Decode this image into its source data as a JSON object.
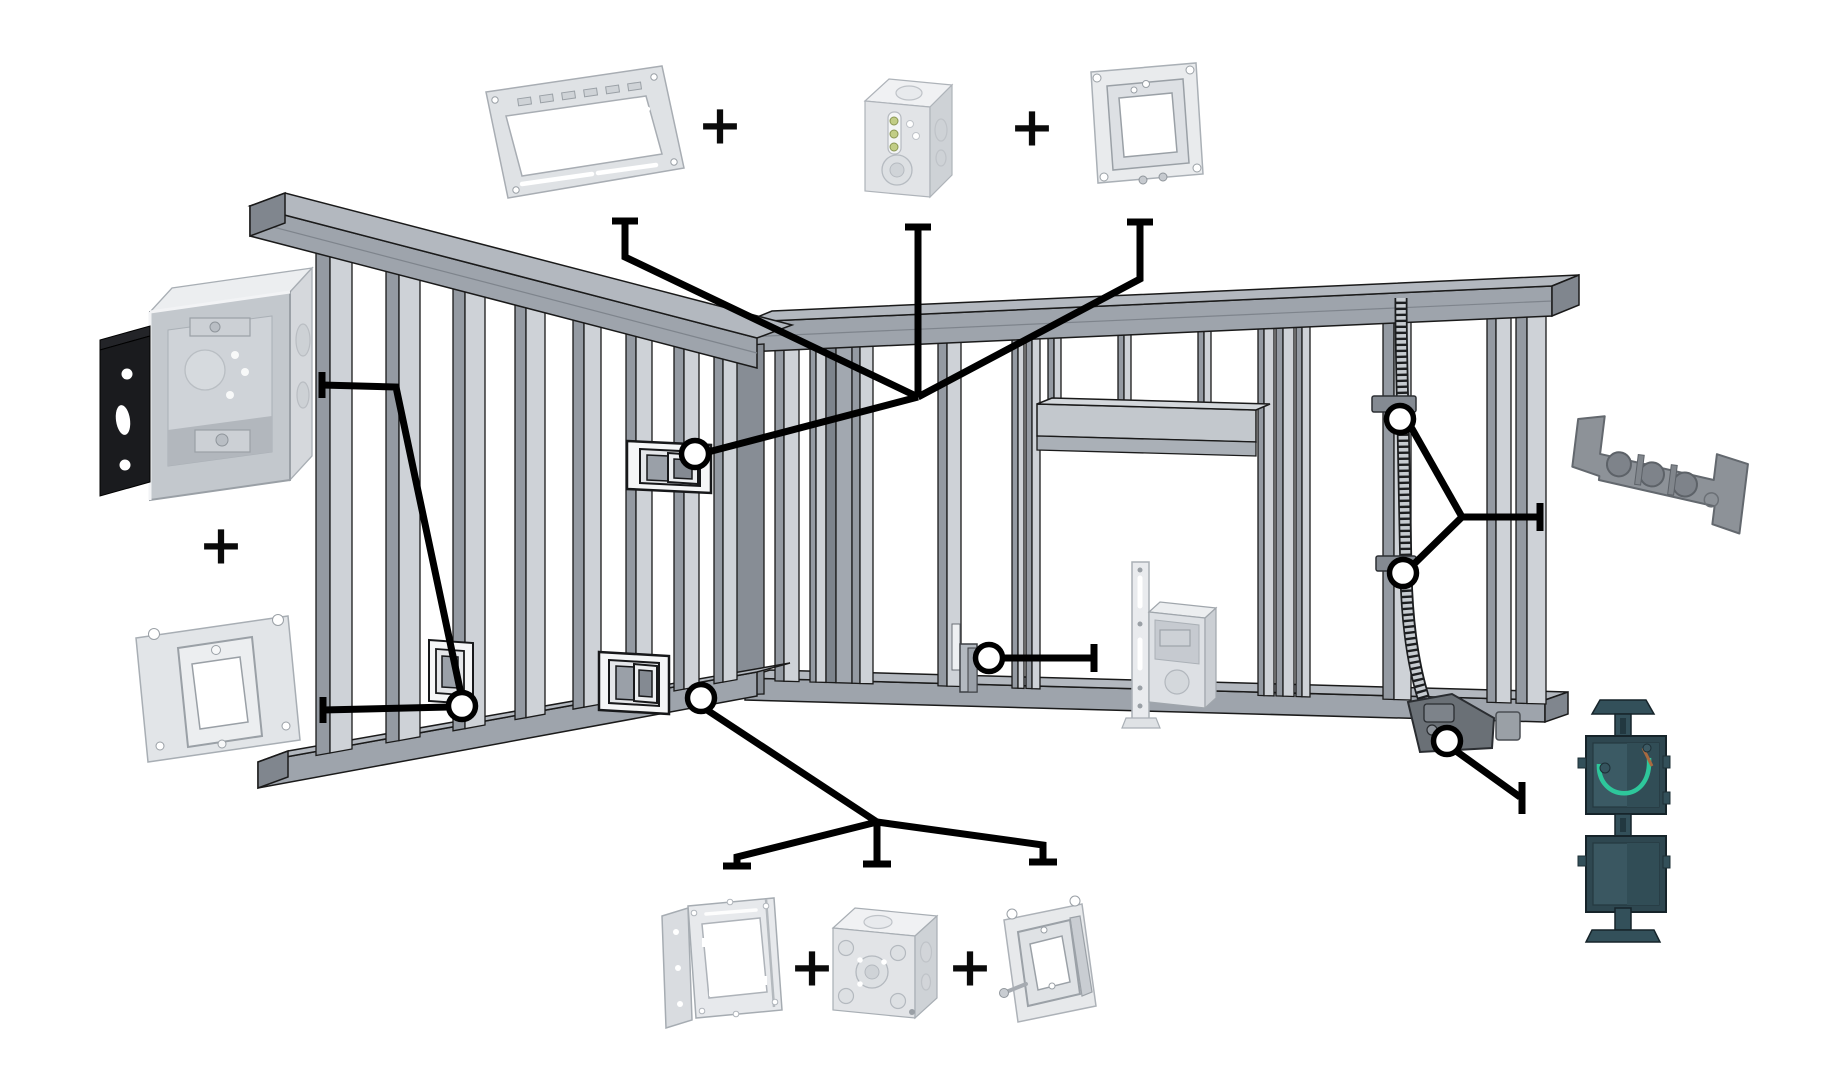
{
  "diagram": {
    "type": "product-installation-diagram",
    "subject": "Steel stud wall framing with electrical box mounting locations",
    "plus_signs": {
      "t1": "+",
      "t2": "+",
      "l1": "+",
      "b1": "+",
      "b2": "+"
    },
    "products": [
      {
        "id": "between-stud-box-bracket",
        "label": "between-stud box mounting bracket",
        "position": "top-left"
      },
      {
        "id": "four-square-box-top",
        "label": "4-inch square electrical box",
        "position": "top-center"
      },
      {
        "id": "two-gang-mud-ring-top",
        "label": "two-gang raised device cover",
        "position": "top-right"
      },
      {
        "id": "box-with-stud-bracket",
        "label": "square box with side mounting bracket",
        "position": "left-upper"
      },
      {
        "id": "single-gang-mud-ring",
        "label": "single-gang raised device cover",
        "position": "left-lower"
      },
      {
        "id": "box-with-adjustable-strap",
        "label": "box on adjustable depth strap",
        "position": "center-near-door"
      },
      {
        "id": "cable-support-clip",
        "label": "stud cable support clip",
        "position": "right-upper"
      },
      {
        "id": "gangable-box-stack",
        "label": "stacked gangable boxes with ground pigtail",
        "position": "right-lower"
      },
      {
        "id": "stud-side-box-bracket",
        "label": "stud-side box bracket",
        "position": "bottom-left"
      },
      {
        "id": "four-square-box-bottom",
        "label": "4-inch square electrical box",
        "position": "bottom-center"
      },
      {
        "id": "two-gang-mud-ring-bottom",
        "label": "two-gang raised device cover",
        "position": "bottom-right"
      },
      {
        "id": "flex-cable-connector",
        "label": "flexible cable connector on conduit",
        "position": "on-right-wall"
      }
    ],
    "callouts": [
      {
        "marker": "between-stud-box-location",
        "connects": [
          "between-stud-box-bracket",
          "four-square-box-top",
          "two-gang-mud-ring-top"
        ]
      },
      {
        "marker": "left-stud-box-location",
        "connects": [
          "box-with-stud-bracket",
          "single-gang-mud-ring"
        ]
      },
      {
        "marker": "lower-stud-box-location",
        "connects": [
          "stud-side-box-bracket",
          "four-square-box-bottom",
          "two-gang-mud-ring-bottom"
        ]
      },
      {
        "marker": "door-stud-box-location",
        "connects": [
          "box-with-adjustable-strap"
        ]
      },
      {
        "marker": "cable-clip-upper-location",
        "connects": [
          "cable-support-clip"
        ]
      },
      {
        "marker": "cable-clip-lower-location",
        "connects": [
          "cable-support-clip"
        ]
      },
      {
        "marker": "cable-connector-location",
        "connects": [
          "gangable-box-stack"
        ]
      }
    ],
    "colors": {
      "background": "#ffffff",
      "leader_line": "#000000",
      "stud_front": "#ced2d7",
      "stud_side": "#949aa2",
      "plate_front": "#9ea4ac",
      "plate_top": "#b3b8bf",
      "metal_light": "#e7e9ec",
      "metal_mid": "#cdd1d6",
      "bracket_black": "#1a1b1e",
      "clip_gray": "#8d9298",
      "dark_box": "#2e4750",
      "ground_wire": "#2ec79b"
    }
  }
}
